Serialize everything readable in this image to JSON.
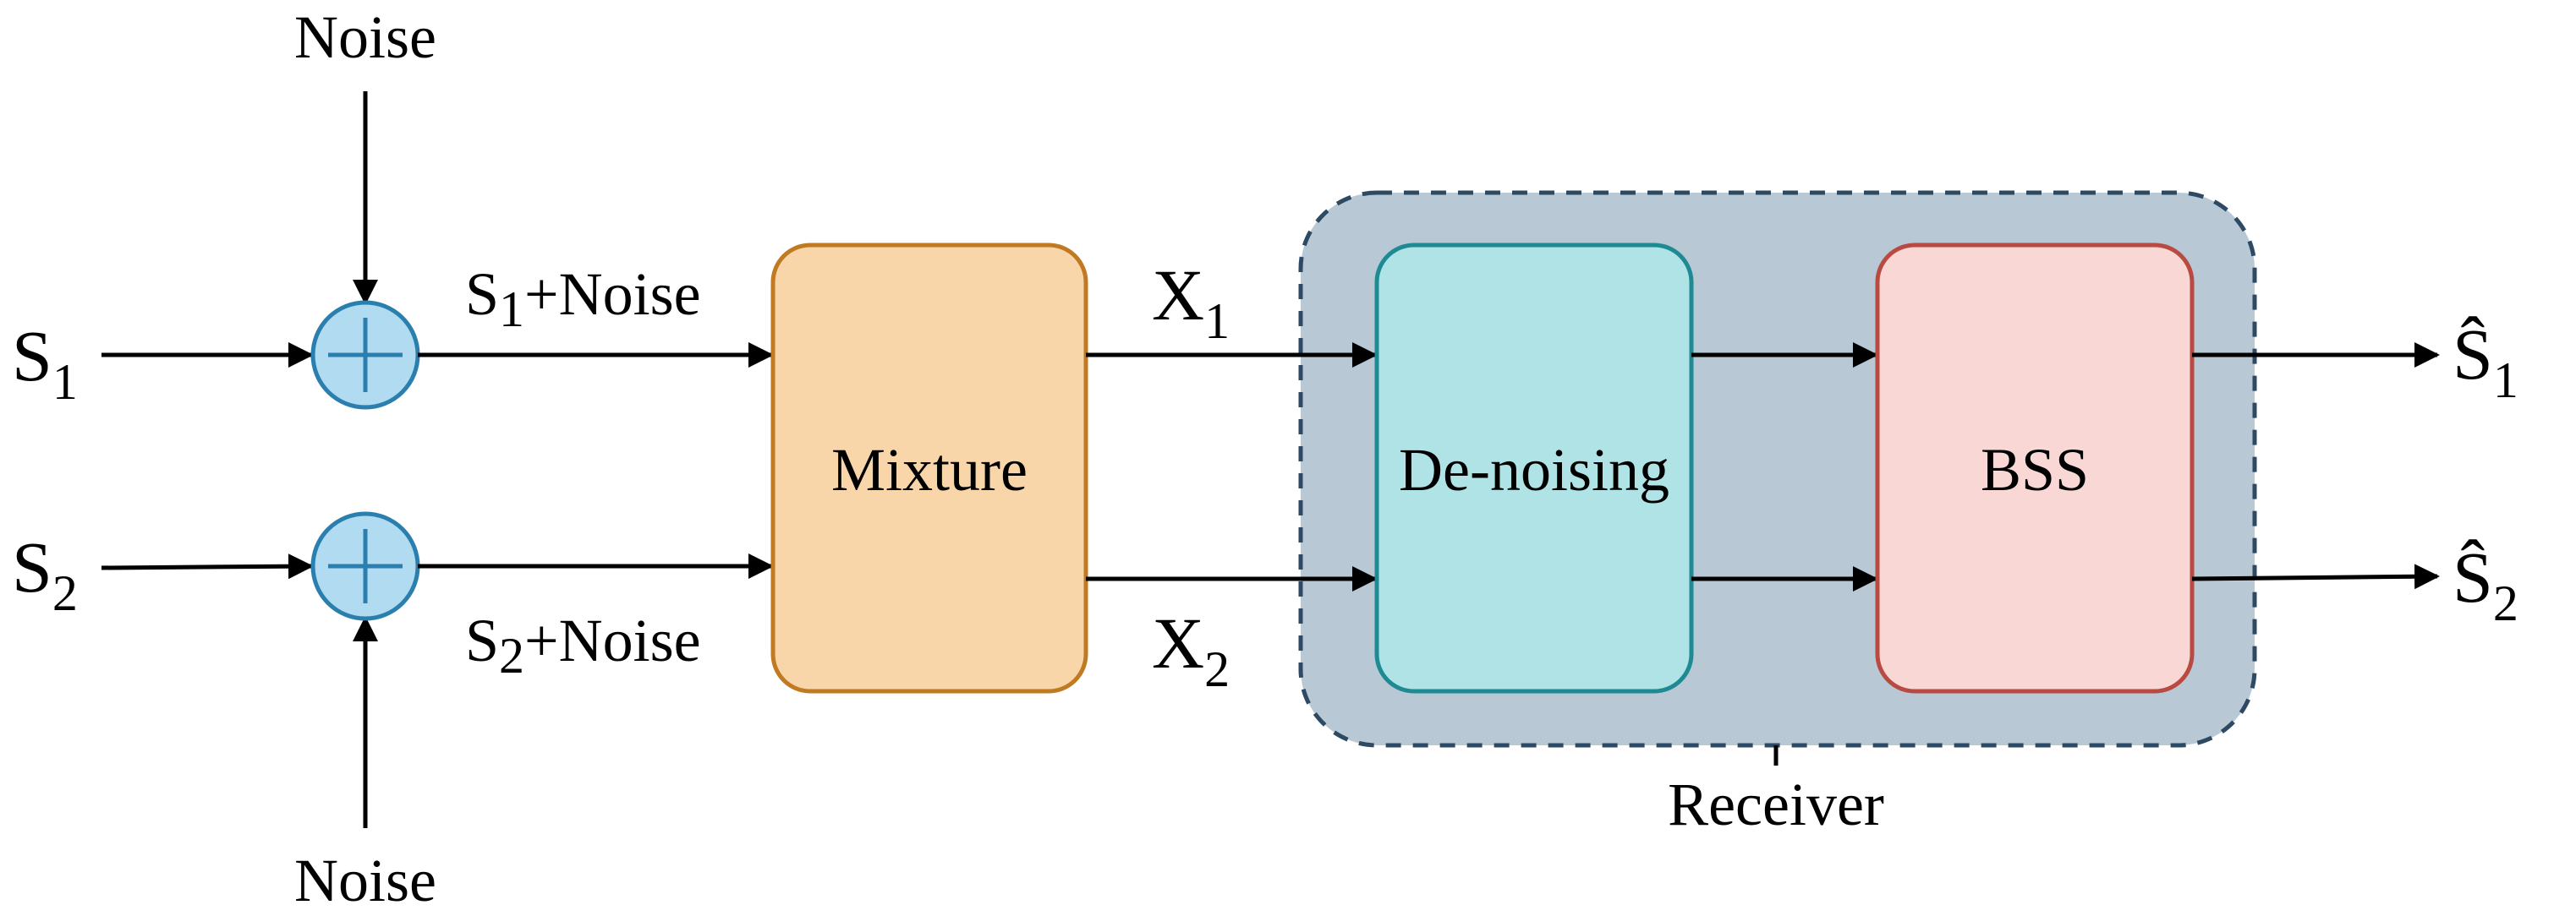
{
  "inputs": {
    "s1": {
      "base": "S",
      "sub": "1"
    },
    "s2": {
      "base": "S",
      "sub": "2"
    }
  },
  "noise_top": "Noise",
  "noise_bottom": "Noise",
  "sum_labels": {
    "s1": {
      "base": "S",
      "sub": "1",
      "rest": "+Noise"
    },
    "s2": {
      "base": "S",
      "sub": "2",
      "rest": "+Noise"
    }
  },
  "mixture_label": "Mixture",
  "mixed": {
    "x1": {
      "base": "X",
      "sub": "1"
    },
    "x2": {
      "base": "X",
      "sub": "2"
    }
  },
  "denoising_label": "De-noising",
  "bss_label": "BSS",
  "receiver_label": "Receiver",
  "outputs": {
    "s1": {
      "base": "Ŝ",
      "sub": "1"
    },
    "s2": {
      "base": "Ŝ",
      "sub": "2"
    }
  },
  "colors": {
    "adder_fill": "#b1dbf0",
    "adder_stroke": "#2a7fae",
    "mixture_fill": "#f9d6a9",
    "mixture_stroke": "#c07a22",
    "receiver_fill": "#b8c8d5",
    "receiver_stroke": "#2d4a62",
    "denoise_fill": "#b0e3e6",
    "denoise_stroke": "#1e8a93",
    "bss_fill": "#f8d7d5",
    "bss_stroke": "#b84a42"
  }
}
